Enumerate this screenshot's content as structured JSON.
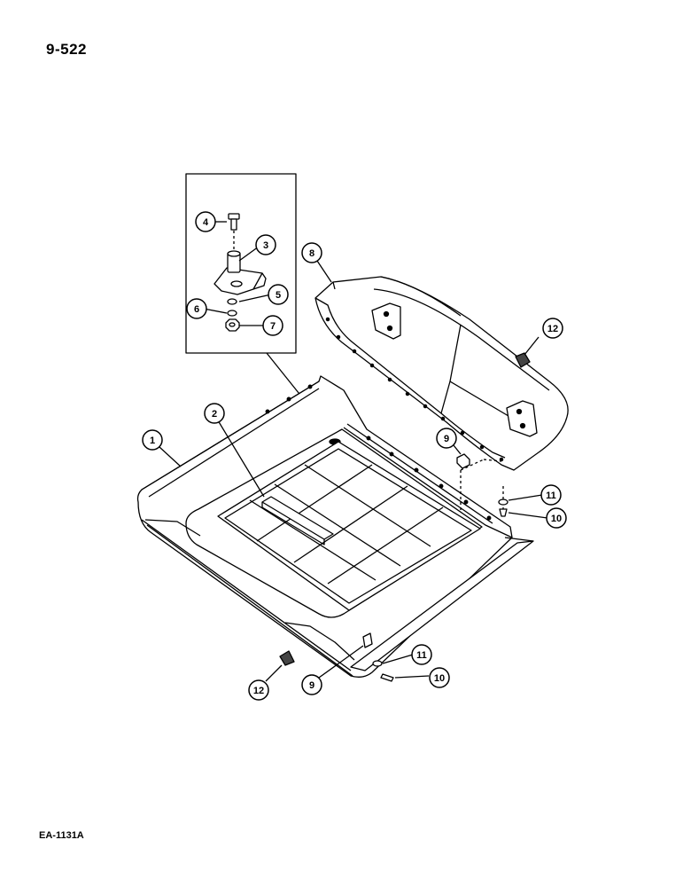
{
  "page": {
    "number": "9-522",
    "figure_code": "EA-1131A"
  },
  "callouts": [
    {
      "id": "c1",
      "label": "1"
    },
    {
      "id": "c2",
      "label": "2"
    },
    {
      "id": "c3",
      "label": "3"
    },
    {
      "id": "c4",
      "label": "4"
    },
    {
      "id": "c5",
      "label": "5"
    },
    {
      "id": "c6",
      "label": "6"
    },
    {
      "id": "c7",
      "label": "7"
    },
    {
      "id": "c8",
      "label": "8"
    },
    {
      "id": "c9a",
      "label": "9"
    },
    {
      "id": "c9b",
      "label": "9"
    },
    {
      "id": "c10a",
      "label": "10"
    },
    {
      "id": "c10b",
      "label": "10"
    },
    {
      "id": "c11a",
      "label": "11"
    },
    {
      "id": "c11b",
      "label": "11"
    },
    {
      "id": "c12a",
      "label": "12"
    },
    {
      "id": "c12b",
      "label": "12"
    }
  ]
}
